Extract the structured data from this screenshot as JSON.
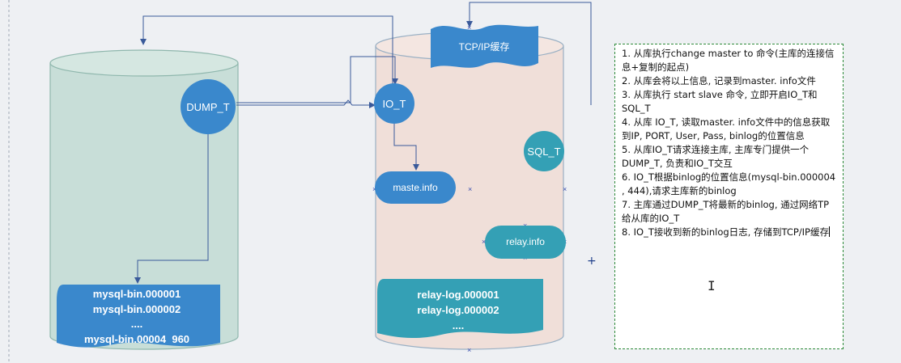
{
  "nodes": {
    "dump_t": "DUMP_T",
    "io_t": "IO_T",
    "sql_t": "SQL_T",
    "master_info": "maste.info",
    "relay_info": "relay.info",
    "tcp_buffer": "TCP/IP缓存"
  },
  "master_binlog": [
    "mysql-bin.000001",
    "mysql-bin.000002",
    "....",
    "mysql-bin.00004  960"
  ],
  "slave_relaylog": [
    "relay-log.000001",
    "relay-log.000002",
    "...."
  ],
  "notes": [
    "1. 从库执行change master to 命令(主库的连接信息+复制的起点)",
    "2. 从库会将以上信息, 记录到master. info文件",
    "3. 从库执行  start  slave  命令, 立即开启IO_T和SQL_T",
    "4.  从库  IO_T, 读取master. info文件中的信息获取到IP, PORT, User, Pass, binlog的位置信息",
    "5.  从库IO_T请求连接主库, 主库专门提供一个DUMP_T, 负责和IO_T交互",
    "6.  IO_T根据binlog的位置信息(mysql-bin.000004 , 444),请求主库新的binlog",
    "7. 主库通过DUMP_T将最新的binlog, 通过网络TP给从库的IO_T",
    "8.  IO_T接收到新的binlog日志, 存储到TCP/IP缓存"
  ],
  "colors": {
    "master_cylinder": "#c8ded8",
    "slave_cylinder": "#f0dfd9",
    "blue_node": "#3a88cc",
    "teal_node": "#34a0b5",
    "connector": "#3a5a9a"
  }
}
